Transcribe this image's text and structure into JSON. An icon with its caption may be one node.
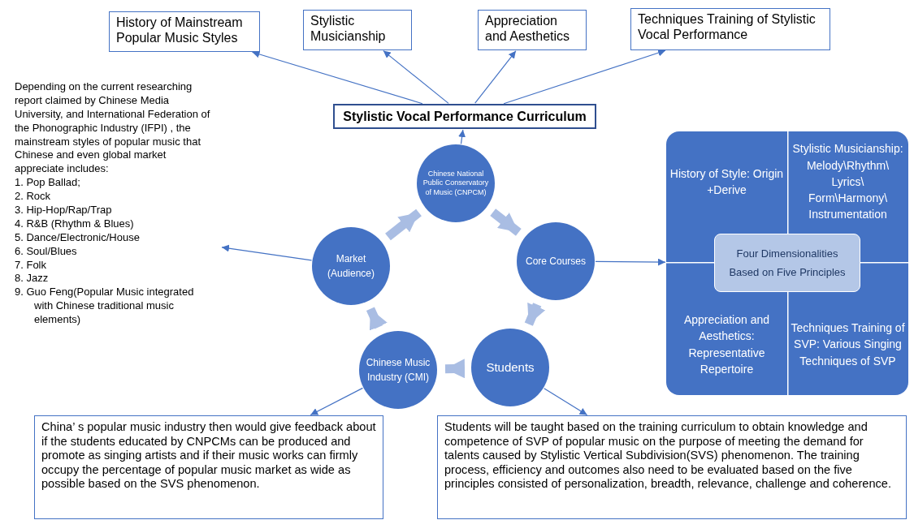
{
  "diagram": {
    "nodes": [
      {
        "text": [
          "History of Mainstream Popular Music Styles"
        ]
      },
      {
        "text": [
          "Stylistic Musicianship"
        ]
      },
      {
        "text": [
          "Appreciation and Aesthetics"
        ]
      },
      {
        "text": [
          "Techniques Training of Stylistic Vocal Performance"
        ]
      },
      {
        "text": [
          "Stylistic Vocal Performance Curriculum"
        ]
      },
      {
        "text": [
          "Depending on the current researching report claimed by Chinese Media University, and International Federation of the Phonographic Industry (IFPI) , the mainstream styles of popular music that Chinese and even global market appreciate includes:",
          "1. Pop Ballad;",
          "2. Rock",
          "3. Hip-Hop/Rap/Trap",
          "4. R&B (Rhythm & Blues)",
          "5. Dance/Electronic/House",
          "6. Soul/Blues",
          "7. Folk",
          "8. Jazz",
          "9. Guo Feng(Popular Music integrated with Chinese traditional music elements)"
        ]
      },
      {
        "text": [
          "Chinese National Public Conservatory of Music (CNPCM)"
        ]
      },
      {
        "text": [
          "Market (Audience)"
        ]
      },
      {
        "text": [
          "Core Courses"
        ]
      },
      {
        "text": [
          "Chinese Music Industry (CMI)"
        ]
      },
      {
        "text": [
          "Students"
        ]
      },
      {
        "text": [],
        "shape": "box"
      },
      {
        "text": [
          "History of Style: Origin +Derive"
        ],
        "in": 11
      },
      {
        "text": [
          "Stylistic Musicianship: Melody\\Rhythm\\ Lyrics\\ Form\\Harmony\\ Instrumentation"
        ],
        "in": 11
      },
      {
        "text": [
          "Four Dimensionalities Based on Five Principles"
        ],
        "in": 11
      },
      {
        "text": [
          "Appreciation and Aesthetics: Representative Repertoire"
        ],
        "in": 11
      },
      {
        "text": [
          "Techniques Training of SVP: Various Singing Techniques of SVP"
        ],
        "in": 11
      },
      {
        "text": [
          "China’ s popular music industry then would give feedback about if the students educated by CNPCMs can be produced and promote as singing artists and if their music works can firmly occupy the percentage of popular music market as wide as possible based on the SVS phenomenon."
        ]
      },
      {
        "text": [
          "Students will be taught based on the training curriculum to obtain knowledge and competence of SVP of popular music on the purpose of meeting the demand for talents caused by Stylistic Vertical Subdivision(SVS) phenomenon. The training process, efficiency and outcomes also need to be evaluated based on the five principles consisted of personalization, breadth, relevance, challenge and coherence."
        ]
      }
    ],
    "edges": [
      {
        "from": 4,
        "to": 0,
        "arrow": "to"
      },
      {
        "from": 4,
        "to": 1,
        "arrow": "to"
      },
      {
        "from": 4,
        "to": 2,
        "arrow": "to"
      },
      {
        "from": 4,
        "to": 3,
        "arrow": "to"
      },
      {
        "from": 6,
        "to": 4,
        "arrow": "to"
      },
      {
        "from": 6,
        "to": 8,
        "arrow": "to",
        "style": "thick",
        "color": "#a9bde3"
      },
      {
        "from": 8,
        "to": 10,
        "arrow": "to",
        "style": "thick",
        "color": "#a9bde3"
      },
      {
        "from": 10,
        "to": 9,
        "arrow": "to",
        "style": "thick",
        "color": "#a9bde3"
      },
      {
        "from": 9,
        "to": 7,
        "arrow": "to",
        "style": "thick",
        "color": "#a9bde3"
      },
      {
        "from": 7,
        "to": 6,
        "arrow": "to",
        "style": "thick",
        "color": "#a9bde3"
      },
      {
        "from": 8,
        "to": 11,
        "arrow": "to"
      },
      {
        "from": 7,
        "to": 5,
        "arrow": "to"
      },
      {
        "from": 9,
        "to": 17,
        "arrow": "to"
      },
      {
        "from": 10,
        "to": 18,
        "arrow": "to"
      }
    ]
  }
}
